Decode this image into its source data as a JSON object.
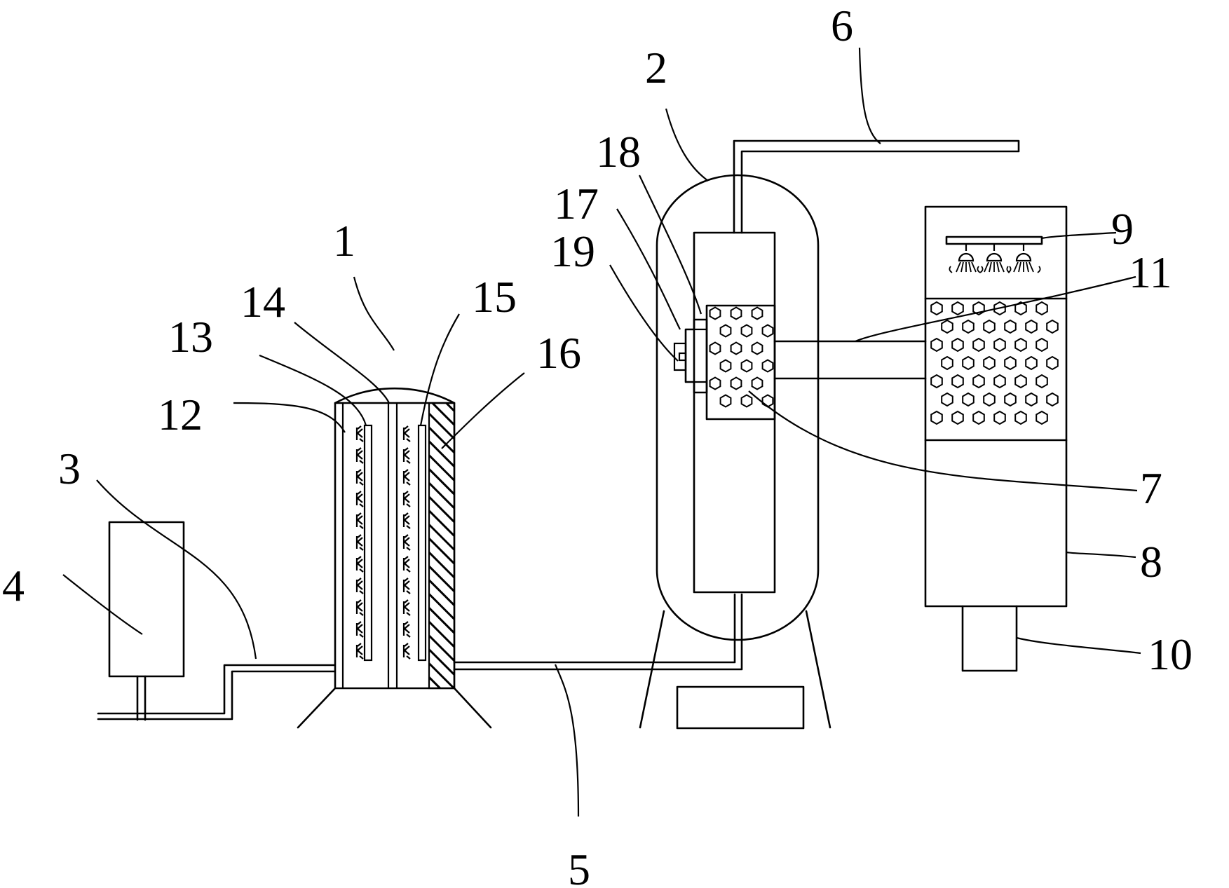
{
  "labels": {
    "c1": "1",
    "c2": "2",
    "c3": "3",
    "c4": "4",
    "c5": "5",
    "c6": "6",
    "c7": "7",
    "c8": "8",
    "c9": "9",
    "c10": "10",
    "c11": "11",
    "c12": "12",
    "c13": "13",
    "c14": "14",
    "c15": "15",
    "c16": "16",
    "c17": "17",
    "c18": "18",
    "c19": "19"
  },
  "colors": {
    "line": "#000000",
    "background": "#ffffff"
  }
}
